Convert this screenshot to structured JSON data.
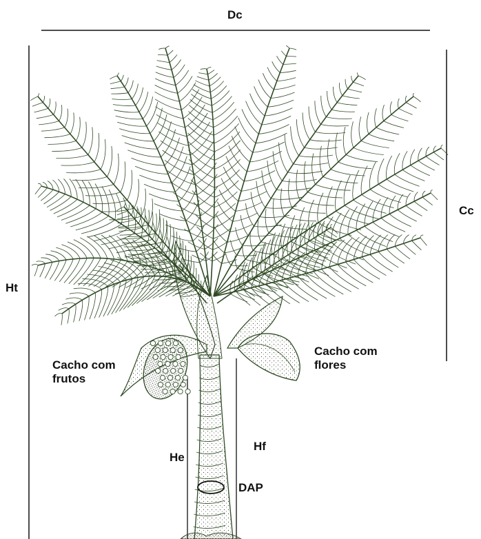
{
  "labels": {
    "dc": "Dc",
    "cc": "Cc",
    "ht": "Ht",
    "he": "He",
    "hf": "Hf",
    "dap": "DAP",
    "cacho_frutos_line1": "Cacho com",
    "cacho_frutos_line2": "frutos",
    "cacho_flores_line1": "Cacho com",
    "cacho_flores_line2": "flores"
  },
  "colors": {
    "ink": "#2f4a24",
    "line": "#111111",
    "text": "#111111"
  }
}
